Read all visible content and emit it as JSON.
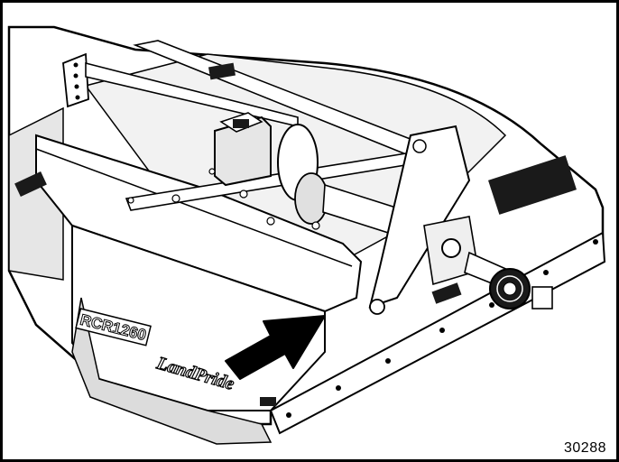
{
  "figure": {
    "model_decal": "RCR1260",
    "brand_decal": "LandPride",
    "figure_number": "30288"
  },
  "illustration": {
    "subject": "rotary-cutter",
    "callout": "arrow",
    "colors": {
      "line": "#000000",
      "fill": "#ffffff",
      "shade": "#d9d9d9",
      "dark": "#1a1a1a"
    }
  }
}
